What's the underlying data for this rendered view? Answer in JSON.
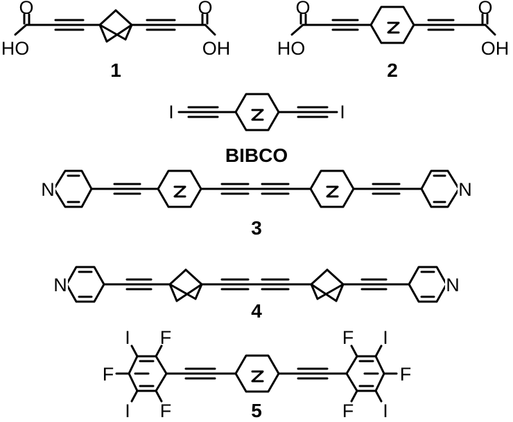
{
  "figure": {
    "compounds": [
      {
        "id": "1",
        "label": "1",
        "atoms": {
          "o_left": "O",
          "oh_left": "HO",
          "o_right": "O",
          "oh_right": "OH"
        }
      },
      {
        "id": "2",
        "label": "2",
        "atoms": {
          "o_left": "O",
          "oh_left": "HO",
          "o_right": "O",
          "oh_right": "OH"
        }
      },
      {
        "id": "bibco",
        "label": "BIBCO",
        "atoms": {
          "i_left": "I",
          "i_right": "I"
        }
      },
      {
        "id": "3",
        "label": "3",
        "atoms": {
          "n_left": "N",
          "n_right": "N"
        }
      },
      {
        "id": "4",
        "label": "4",
        "atoms": {
          "n_left": "N",
          "n_right": "N"
        }
      },
      {
        "id": "5",
        "label": "5",
        "atoms": {
          "i_l_top": "I",
          "f_l_top": "F",
          "f_l_mid": "F",
          "i_l_bot": "I",
          "f_l_bot": "F",
          "f_r_top": "F",
          "i_r_top": "I",
          "f_r_mid": "F",
          "f_r_bot": "F",
          "i_r_bot": "I"
        }
      }
    ]
  }
}
